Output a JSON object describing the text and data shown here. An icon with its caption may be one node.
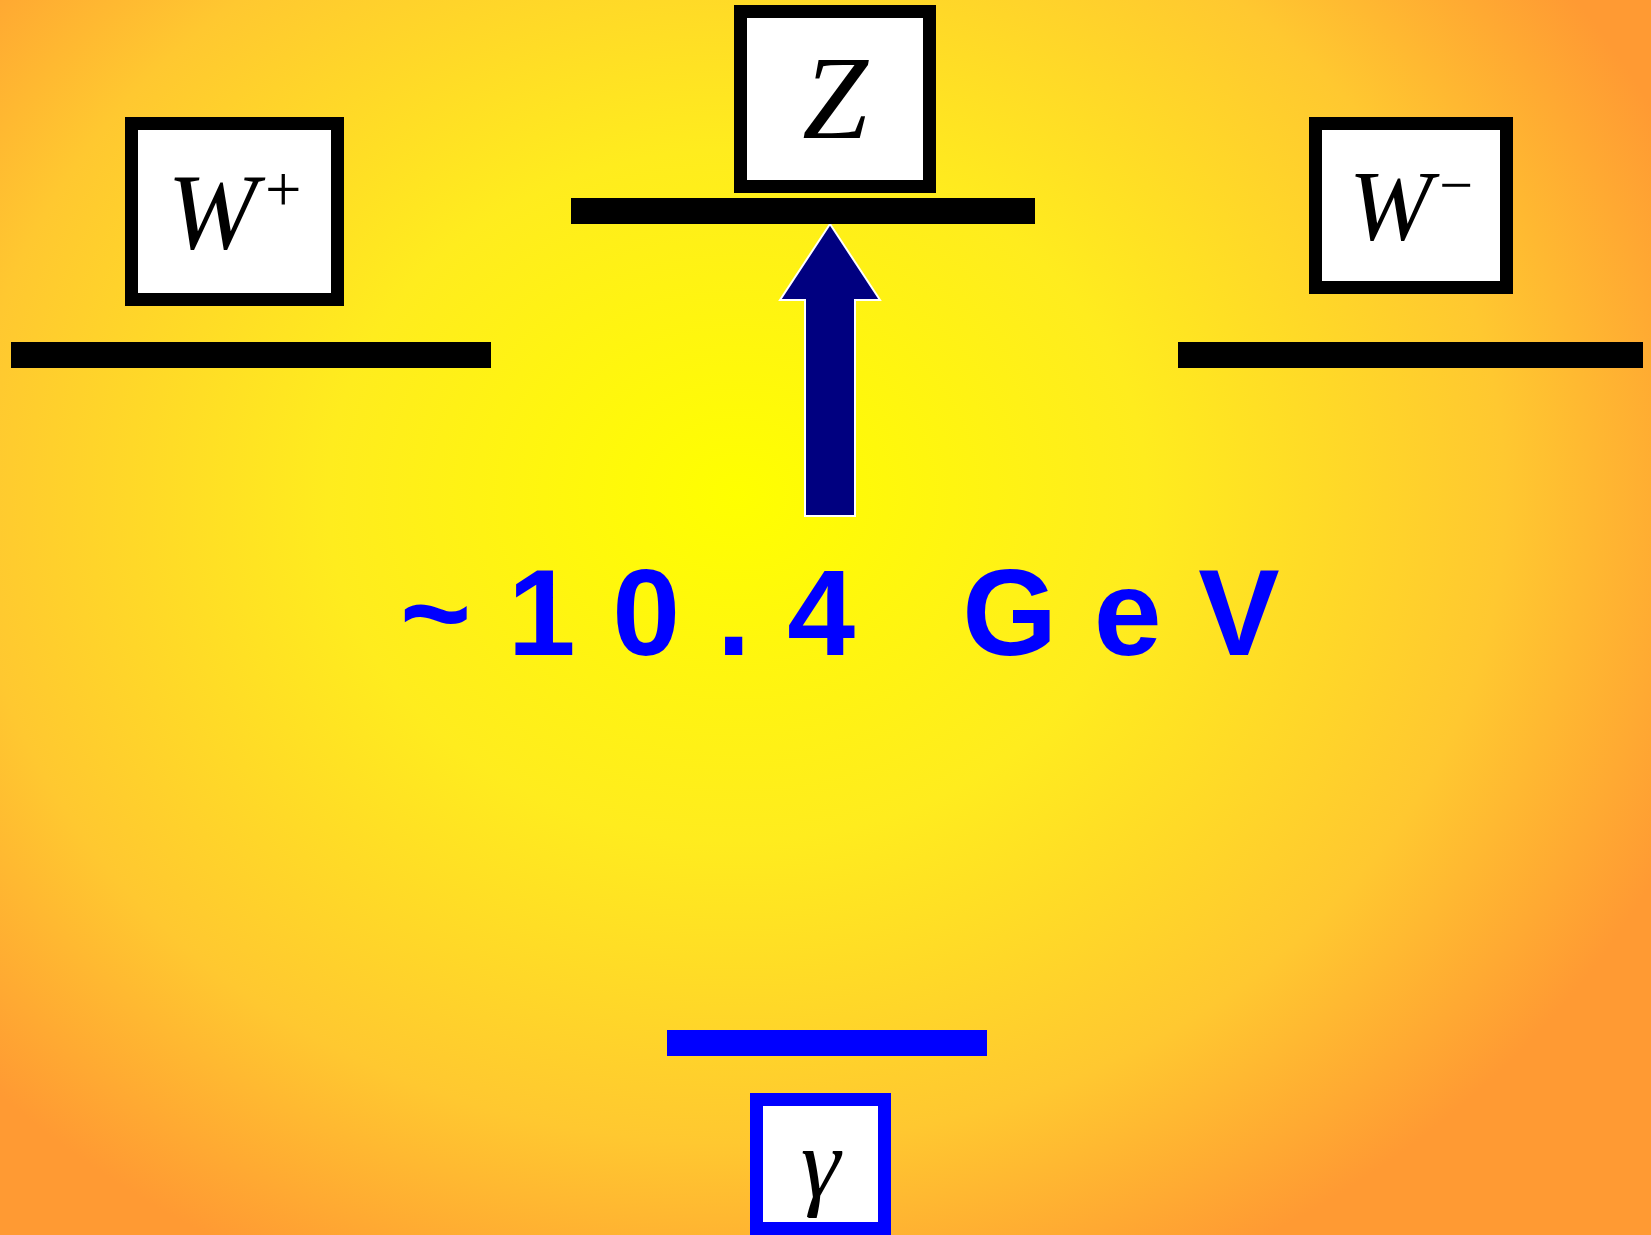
{
  "diagram": {
    "nodes": [
      {
        "text": [
          "Z"
        ]
      },
      {
        "text": [
          "*W*$^{+}$"
        ]
      },
      {
        "text": [
          "*W*$^{−}$"
        ]
      },
      {
        "text": [],
        "shape": "bar"
      },
      {
        "text": [],
        "shape": "bar"
      },
      {
        "text": [],
        "shape": "bar"
      },
      {
        "text": [],
        "shape": "bar"
      },
      {
        "text": [
          "γ"
        ]
      }
    ],
    "edges": [
      {
        "from": null,
        "to": 3,
        "arrow": "to"
      }
    ],
    "labels": [
      "~10.4 GeV"
    ]
  }
}
